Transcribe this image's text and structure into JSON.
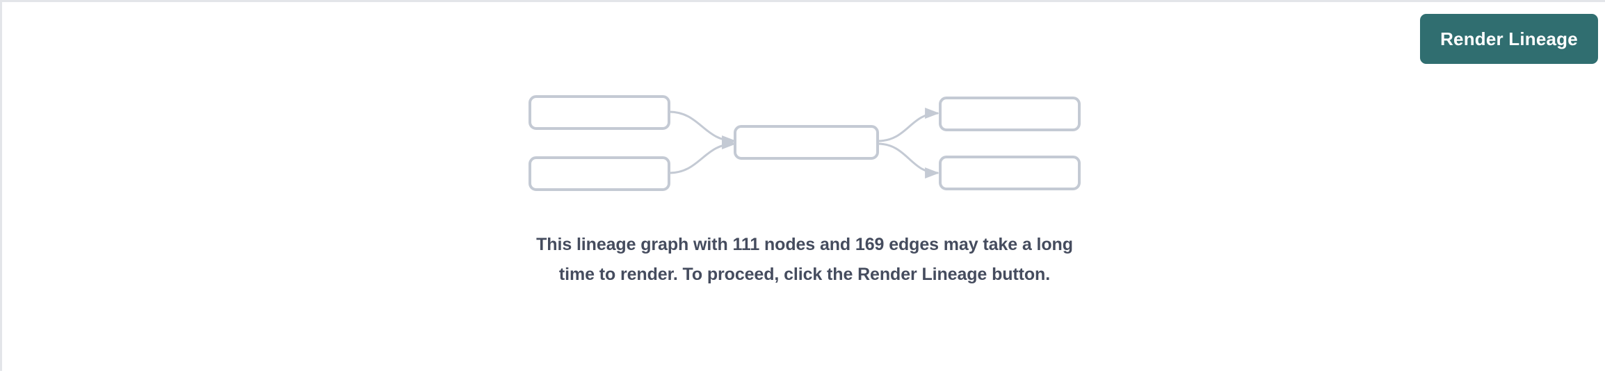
{
  "page": {
    "background_color": "#ffffff",
    "border_color": "#e3e5e9"
  },
  "toolbar": {
    "render_button_label": "Render Lineage",
    "render_button_color": "#306e70",
    "render_button_text_color": "#ffffff"
  },
  "graph_placeholder": {
    "node_border_color": "#c4cad4",
    "node_fill_color": "#ffffff",
    "edge_color": "#c4cad4",
    "nodes": [
      {
        "id": "left-top",
        "label": ""
      },
      {
        "id": "left-bottom",
        "label": ""
      },
      {
        "id": "center",
        "label": ""
      },
      {
        "id": "right-top",
        "label": ""
      },
      {
        "id": "right-bottom",
        "label": ""
      }
    ],
    "edges": [
      {
        "from": "left-top",
        "to": "center"
      },
      {
        "from": "left-bottom",
        "to": "center"
      },
      {
        "from": "center",
        "to": "right-top"
      },
      {
        "from": "center",
        "to": "right-bottom"
      }
    ]
  },
  "message": {
    "text": "This lineage graph with 111 nodes and 169 edges may take a long time to render. To proceed, click the Render Lineage button.",
    "node_count": 111,
    "edge_count": 169,
    "text_color": "#454c5e"
  }
}
